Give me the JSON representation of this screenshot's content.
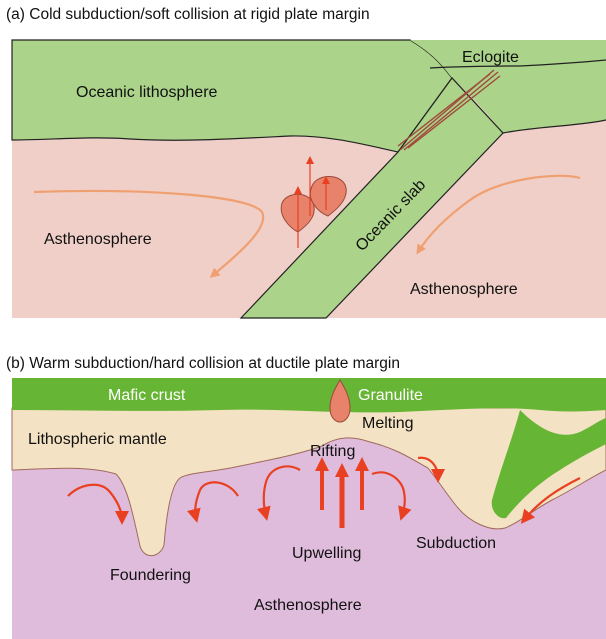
{
  "colors": {
    "oceanic_green": "#abd38a",
    "asthenosphere_a": "#efcfc8",
    "mafic_green": "#67b534",
    "lithospheric_mantle": "#f3e2c3",
    "asthenosphere_b": "#dfbcdc",
    "outline": "#222222",
    "flow_arrow_a": "#f0a070",
    "flow_arrow_b": "#e84020",
    "melt_blob": "#e8826a"
  },
  "panel_a": {
    "title": "(a) Cold subduction/soft collision at rigid plate margin",
    "labels": {
      "oceanic_lithosphere": "Oceanic lithosphere",
      "eclogite": "Eclogite",
      "asthenosphere_left": "Asthenosphere",
      "asthenosphere_right": "Asthenosphere",
      "oceanic_slab": "Oceanic slab"
    }
  },
  "panel_b": {
    "title": "(b) Warm subduction/hard collision at ductile plate margin",
    "labels": {
      "mafic_crust": "Mafic crust",
      "granulite": "Granulite",
      "melting": "Melting",
      "lithospheric_mantle": "Lithospheric mantle",
      "rifting": "Rifting",
      "foundering": "Foundering",
      "upwelling": "Upwelling",
      "subduction": "Subduction",
      "asthenosphere": "Asthenosphere"
    }
  }
}
